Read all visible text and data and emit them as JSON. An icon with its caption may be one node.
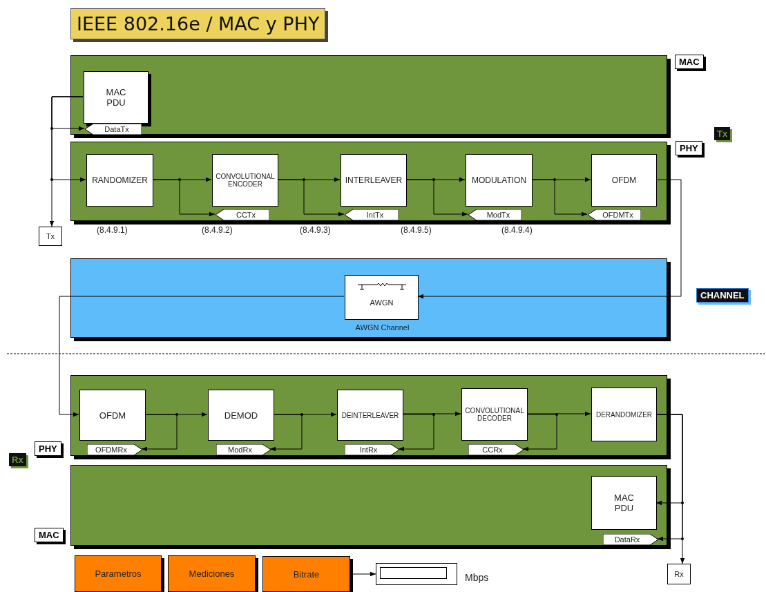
{
  "diagram": {
    "title": "IEEE 802.16e / MAC y PHY",
    "nodes": [
      {
        "text": [
          "MAC"
        ]
      },
      {
        "text": [
          "MAC PDU"
        ],
        "in": 0
      },
      {
        "text": [
          "DataTx"
        ],
        "in": 0
      },
      {
        "text": [
          "PHY"
        ]
      },
      {
        "text": [
          "RANDOMIZER"
        ],
        "in": 3
      },
      {
        "text": [
          "CONVOLUTIONAL ENCODER"
        ],
        "in": 3
      },
      {
        "text": [
          "CCTx"
        ],
        "in": 3
      },
      {
        "text": [
          "INTERLEAVER"
        ],
        "in": 3
      },
      {
        "text": [
          "IntTx"
        ],
        "in": 3
      },
      {
        "text": [
          "MODULATION"
        ],
        "in": 3
      },
      {
        "text": [
          "ModTx"
        ],
        "in": 3
      },
      {
        "text": [
          "OFDM"
        ],
        "in": 3
      },
      {
        "text": [
          "OFDMTx"
        ],
        "in": 3
      },
      {
        "text": [
          "Tx"
        ]
      },
      {
        "text": [
          "CHANNEL"
        ]
      },
      {
        "text": [
          "AWGN"
        ],
        "in": 14,
        "beside": [
          "AWGN Channel"
        ]
      },
      {
        "text": [
          "PHY"
        ]
      },
      {
        "text": [
          "OFDM"
        ],
        "in": 16
      },
      {
        "text": [
          "OFDMRx"
        ],
        "in": 16
      },
      {
        "text": [
          "DEMOD"
        ],
        "in": 16
      },
      {
        "text": [
          "ModRx"
        ],
        "in": 16
      },
      {
        "text": [
          "DEINTERLEAVER"
        ],
        "in": 16
      },
      {
        "text": [
          "IntRx"
        ],
        "in": 16
      },
      {
        "text": [
          "CONVOLUTIONAL DECODER"
        ],
        "in": 16
      },
      {
        "text": [
          "CCRx"
        ],
        "in": 16
      },
      {
        "text": [
          "DERANDOMIZER"
        ],
        "in": 16
      },
      {
        "text": [
          "MAC"
        ]
      },
      {
        "text": [
          "MAC PDU"
        ],
        "in": 26
      },
      {
        "text": [
          "DataRx"
        ],
        "in": 26
      },
      {
        "text": [
          "Rx"
        ]
      },
      {
        "text": [
          "Parametros"
        ]
      },
      {
        "text": [
          "Mediciones"
        ]
      },
      {
        "text": [
          "Bitrate"
        ]
      },
      {
        "text": [],
        "shape": "box",
        "beside": [
          "Mbps"
        ]
      }
    ],
    "edges": [
      {
        "from": 1,
        "to": 4,
        "arrow": "to"
      },
      {
        "from": 1,
        "to": 2,
        "arrow": "to"
      },
      {
        "from": 1,
        "to": 13,
        "arrow": "to"
      },
      {
        "from": 4,
        "to": 5,
        "arrow": "to"
      },
      {
        "from": 4,
        "to": 6,
        "arrow": "to"
      },
      {
        "from": 5,
        "to": 7,
        "arrow": "to"
      },
      {
        "from": 5,
        "to": 8,
        "arrow": "to"
      },
      {
        "from": 7,
        "to": 9,
        "arrow": "to"
      },
      {
        "from": 7,
        "to": 10,
        "arrow": "to"
      },
      {
        "from": 9,
        "to": 11,
        "arrow": "to"
      },
      {
        "from": 9,
        "to": 12,
        "arrow": "to"
      },
      {
        "from": 11,
        "to": 15,
        "arrow": "to"
      },
      {
        "from": 15,
        "to": 17,
        "arrow": "to"
      },
      {
        "from": 17,
        "to": 19,
        "arrow": "to"
      },
      {
        "from": 17,
        "to": 18,
        "arrow": "to"
      },
      {
        "from": 19,
        "to": 21,
        "arrow": "to"
      },
      {
        "from": 19,
        "to": 20,
        "arrow": "to"
      },
      {
        "from": 21,
        "to": 23,
        "arrow": "to"
      },
      {
        "from": 21,
        "to": 22,
        "arrow": "to"
      },
      {
        "from": 23,
        "to": 25,
        "arrow": "to"
      },
      {
        "from": 23,
        "to": 24,
        "arrow": "to"
      },
      {
        "from": 25,
        "to": 27,
        "arrow": "to"
      },
      {
        "from": 25,
        "to": 28,
        "arrow": "to"
      },
      {
        "from": 25,
        "to": 29,
        "arrow": "to"
      },
      {
        "from": 32,
        "to": 33,
        "arrow": "to"
      }
    ],
    "labels": [
      "Tx",
      "(8.4.9.1)",
      "(8.4.9.2)",
      "(8.4.9.3)",
      "(8.4.9.5)",
      "(8.4.9.4)",
      "Rx"
    ]
  }
}
